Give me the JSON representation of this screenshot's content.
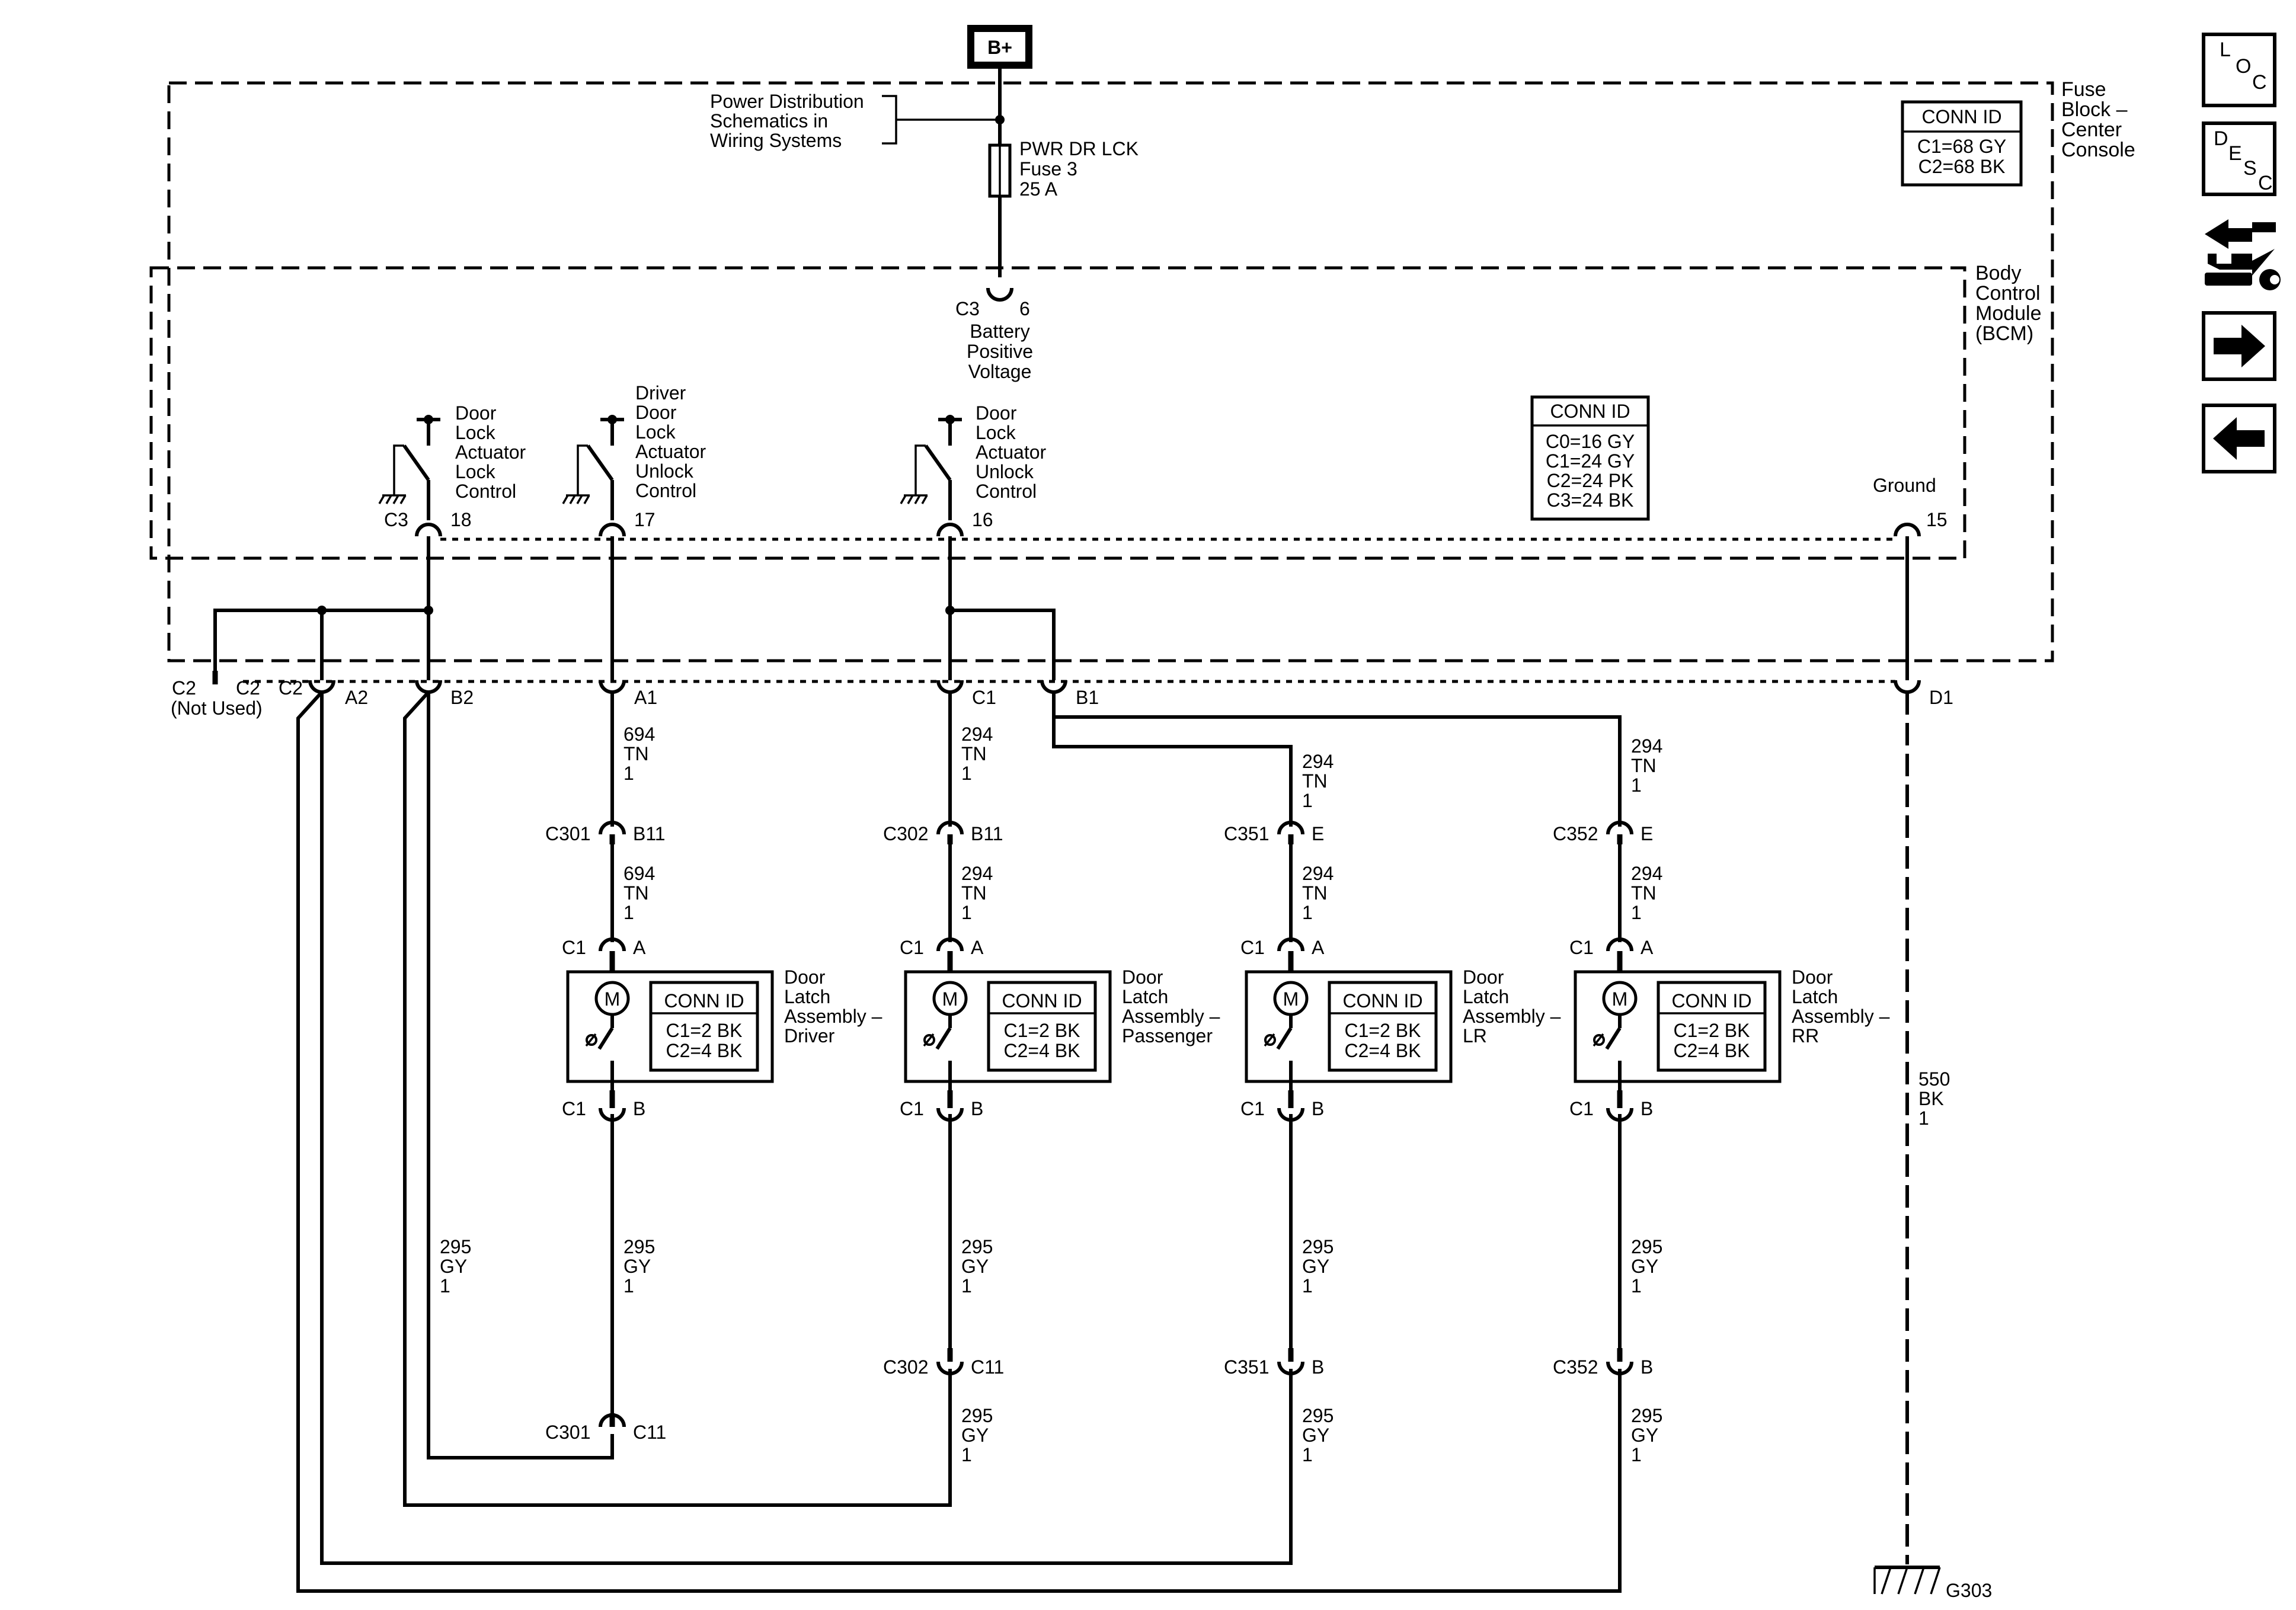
{
  "power": {
    "source": "B+",
    "ref_line1": "Power Distribution",
    "ref_line2": "Schematics in",
    "ref_line3": "Wiring  Systems",
    "fuse_line1": "PWR DR LCK",
    "fuse_line2": "Fuse 3",
    "fuse_line3": "25 A"
  },
  "fuse_block": {
    "line1": "Fuse",
    "line2": "Block –",
    "line3": "Center",
    "line4": "Console",
    "conn_title": "CONN ID",
    "conn_c1": "C1=68 GY",
    "conn_c2": "C2=68 BK"
  },
  "bcm": {
    "line1": "Body",
    "line2": "Control",
    "line3": "Module",
    "line4": "(BCM)",
    "conn_title": "CONN ID",
    "conn_c0": "C0=16 GY",
    "conn_c1": "C1=24 GY",
    "conn_c2": "C2=24 PK",
    "conn_c3": "C3=24 BK",
    "batt_conn": "C3",
    "batt_pin": "6",
    "batt_line1": "Battery",
    "batt_line2": "Positive",
    "batt_line3": "Voltage",
    "ground_label": "Ground",
    "ground_pin": "15",
    "sw1": {
      "l1": "Door",
      "l2": "Lock",
      "l3": "Actuator",
      "l4": "Lock",
      "l5": "Control",
      "conn": "C3",
      "pin": "18"
    },
    "sw2": {
      "l1": "Driver",
      "l2": "Door",
      "l3": "Lock",
      "l4": "Actuator",
      "l5": "Unlock",
      "l6": "Control",
      "pin": "17"
    },
    "sw3": {
      "l1": "Door",
      "l2": "Lock",
      "l3": "Actuator",
      "l4": "Unlock",
      "l5": "Control",
      "pin": "16"
    }
  },
  "fb_pins": {
    "c2_left": "C2",
    "c2_right": "C2",
    "not_used": "(Not Used)",
    "c2_a2": "C2",
    "a2": "A2",
    "b2": "B2",
    "a1": "A1",
    "c1": "C1",
    "b1": "B1",
    "d1": "D1"
  },
  "wires": {
    "w694a": {
      "num": "694",
      "color": "TN",
      "size": "1"
    },
    "w694b": {
      "num": "694",
      "color": "TN",
      "size": "1"
    },
    "w294a": {
      "num": "294",
      "color": "TN",
      "size": "1"
    },
    "w294b": {
      "num": "294",
      "color": "TN",
      "size": "1"
    },
    "w294c": {
      "num": "294",
      "color": "TN",
      "size": "1"
    },
    "w294d": {
      "num": "294",
      "color": "TN",
      "size": "1"
    },
    "w294e": {
      "num": "294",
      "color": "TN",
      "size": "1"
    },
    "w294f": {
      "num": "294",
      "color": "TN",
      "size": "1"
    },
    "w295_b2": {
      "num": "295",
      "color": "GY",
      "size": "1"
    },
    "w295_drv": {
      "num": "295",
      "color": "GY",
      "size": "1"
    },
    "w295_pass_a": {
      "num": "295",
      "color": "GY",
      "size": "1"
    },
    "w295_pass_b": {
      "num": "295",
      "color": "GY",
      "size": "1"
    },
    "w295_lr_a": {
      "num": "295",
      "color": "GY",
      "size": "1"
    },
    "w295_lr_b": {
      "num": "295",
      "color": "GY",
      "size": "1"
    },
    "w295_rr_a": {
      "num": "295",
      "color": "GY",
      "size": "1"
    },
    "w295_rr_b": {
      "num": "295",
      "color": "GY",
      "size": "1"
    },
    "w550": {
      "num": "550",
      "color": "BK",
      "size": "1"
    }
  },
  "inline_connectors": {
    "c301_top": "C301",
    "c301_top_pin": "B11",
    "c302_top": "C302",
    "c302_top_pin": "B11",
    "c351_top": "C351",
    "c351_top_pin": "E",
    "c352_top": "C352",
    "c352_top_pin": "E",
    "c301_bot": "C301",
    "c301_bot_pin": "C11",
    "c302_bot": "C302",
    "c302_bot_pin": "C11",
    "c351_bot": "C351",
    "c351_bot_pin": "B",
    "c352_bot": "C352",
    "c352_bot_pin": "B"
  },
  "latches": [
    {
      "conn_a": "C1",
      "pin_a": "A",
      "conn_b": "C1",
      "pin_b": "B",
      "motor": "M",
      "conn_title": "CONN ID",
      "c1": "C1=2 BK",
      "c2": "C2=4 BK",
      "l1": "Door",
      "l2": "Latch",
      "l3": "Assembly –",
      "l4": "Driver"
    },
    {
      "conn_a": "C1",
      "pin_a": "A",
      "conn_b": "C1",
      "pin_b": "B",
      "motor": "M",
      "conn_title": "CONN ID",
      "c1": "C1=2 BK",
      "c2": "C2=4 BK",
      "l1": "Door",
      "l2": "Latch",
      "l3": "Assembly –",
      "l4": "Passenger"
    },
    {
      "conn_a": "C1",
      "pin_a": "A",
      "conn_b": "C1",
      "pin_b": "B",
      "motor": "M",
      "conn_title": "CONN ID",
      "c1": "C1=2 BK",
      "c2": "C2=4 BK",
      "l1": "Door",
      "l2": "Latch",
      "l3": "Assembly –",
      "l4": "LR"
    },
    {
      "conn_a": "C1",
      "pin_a": "A",
      "conn_b": "C1",
      "pin_b": "B",
      "motor": "M",
      "conn_title": "CONN ID",
      "c1": "C1=2 BK",
      "c2": "C2=4 BK",
      "l1": "Door",
      "l2": "Latch",
      "l3": "Assembly –",
      "l4": "RR"
    }
  ],
  "ground": {
    "label": "G303"
  },
  "nav": {
    "loc_l": "L",
    "loc_o": "O",
    "loc_c": "C",
    "desc_d": "D",
    "desc_e": "E",
    "desc_s": "S",
    "desc_c": "C"
  }
}
